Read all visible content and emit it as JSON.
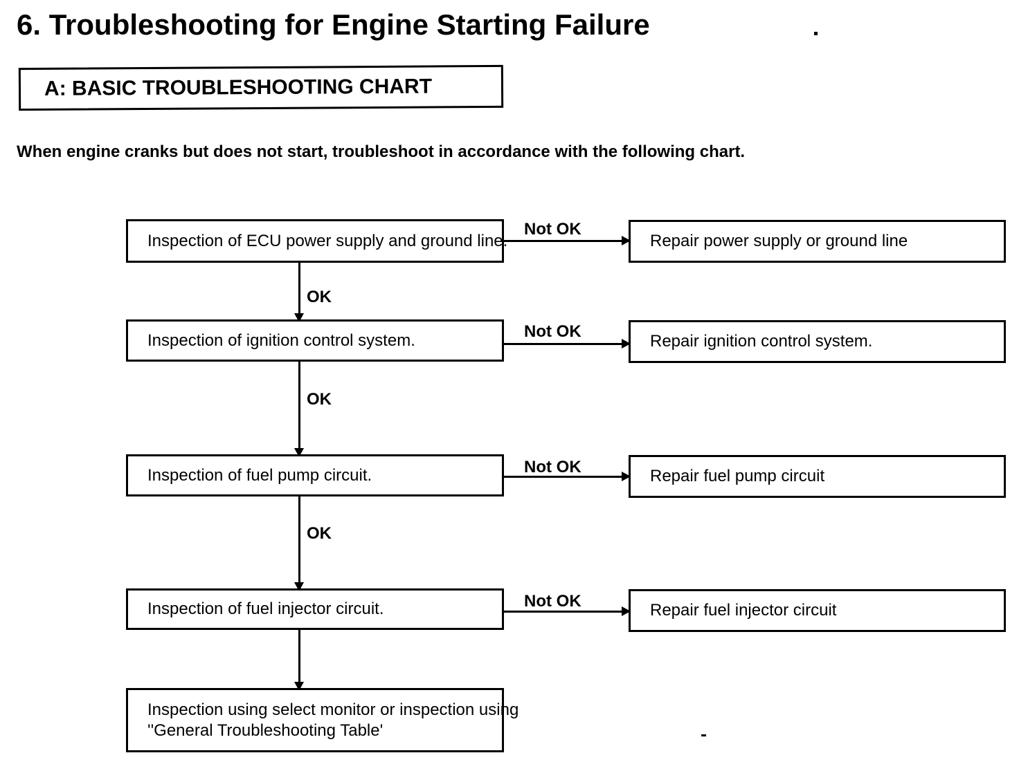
{
  "page": {
    "title": "6. Troubleshooting for Engine Starting Failure",
    "section_heading": "A: BASIC TROUBLESHOOTING CHART",
    "intro": "When engine cranks but does not start, troubleshoot in accordance with the following chart."
  },
  "flowchart": {
    "labels": {
      "ok": "OK",
      "not_ok": "Not OK"
    },
    "steps": [
      {
        "inspection": "Inspection of ECU power supply and ground line.",
        "repair": "Repair power supply or ground line"
      },
      {
        "inspection": "Inspection of ignition control system.",
        "repair": "Repair ignition control system."
      },
      {
        "inspection": "Inspection of fuel pump circuit.",
        "repair": "Repair fuel pump circuit"
      },
      {
        "inspection": "Inspection of fuel injector circuit.",
        "repair": "Repair fuel injector circuit"
      }
    ],
    "final_step": {
      "line1": "Inspection using select monitor or inspection using",
      "line2": "''General Troubleshooting Table'"
    }
  },
  "colors": {
    "ink": "#000000",
    "paper": "#ffffff"
  }
}
